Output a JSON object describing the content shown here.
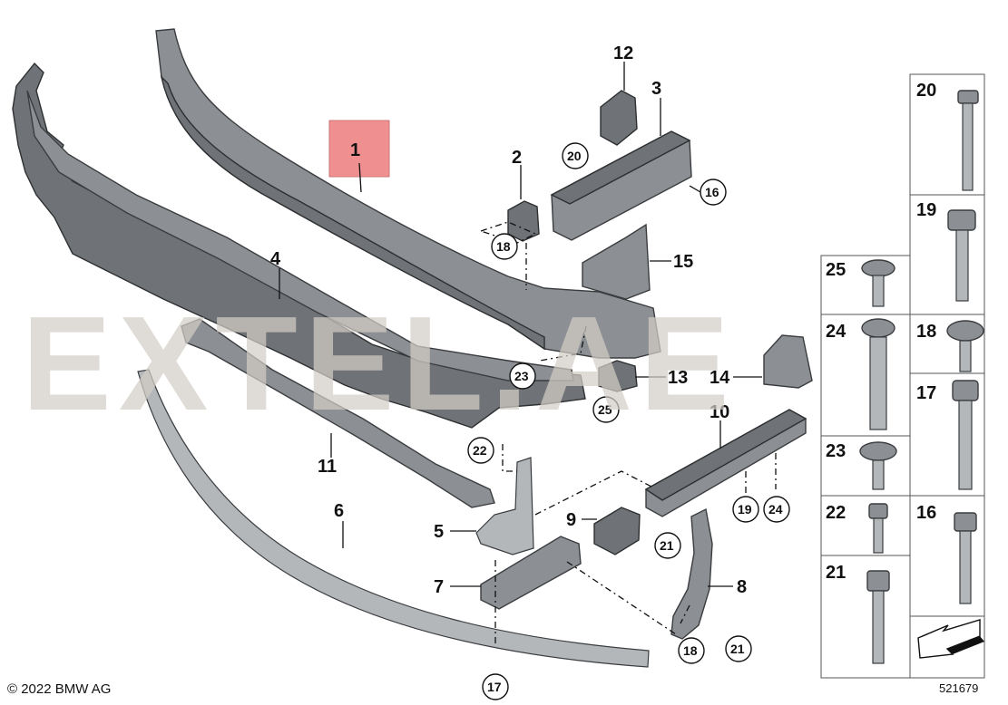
{
  "callouts": {
    "c1": "1",
    "c2": "2",
    "c3": "3",
    "c4": "4",
    "c5": "5",
    "c6": "6",
    "c7": "7",
    "c8": "8",
    "c9": "9",
    "c10": "10",
    "c11": "11",
    "c12": "12",
    "c13": "13",
    "c14": "14",
    "c15": "15",
    "c16": "16",
    "c17": "17",
    "c18a": "18",
    "c18b": "18",
    "c19": "19",
    "c20": "20",
    "c21a": "21",
    "c21b": "21",
    "c22": "22",
    "c23": "23",
    "c24": "24",
    "c25": "25"
  },
  "fasteners": {
    "f20": "20",
    "f19": "19",
    "f25": "25",
    "f24": "24",
    "f18": "18",
    "f23": "23",
    "f17": "17",
    "f22": "22",
    "f16": "16",
    "f21": "21"
  },
  "watermark": "EXTEL.AE",
  "copyright": "© 2022 BMW AG",
  "diagram_id": "521679",
  "highlight_color": "#f08f8f"
}
